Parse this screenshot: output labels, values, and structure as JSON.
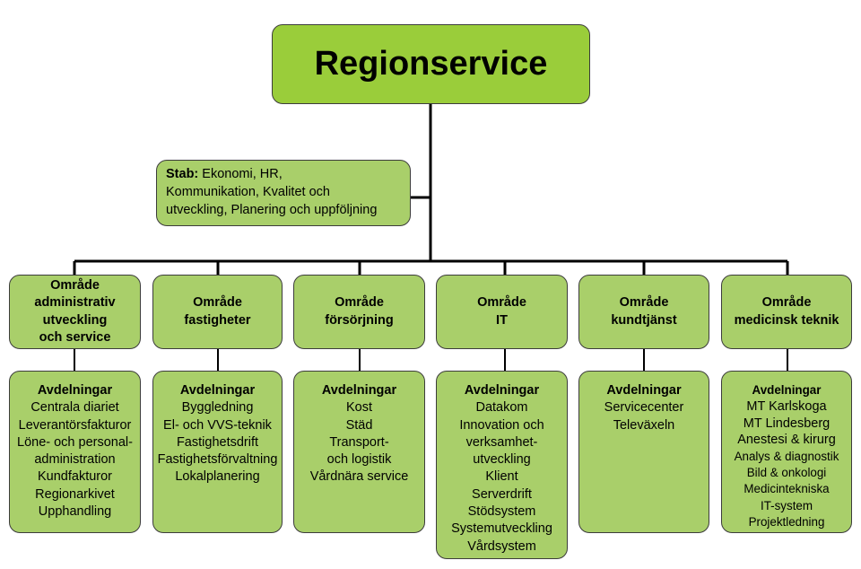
{
  "title": "Regionservice",
  "stab": {
    "label": "Stab:",
    "lines": [
      " Ekonomi, HR,",
      "Kommunikation,  Kvalitet och",
      "utveckling,  Planering och uppföljning"
    ]
  },
  "areas": [
    {
      "title": "Område\nadministrativ\nutveckling\n och service",
      "dept_heading": "Avdelningar",
      "departments": [
        "Centrala diariet",
        "Leverantörsfakturor",
        "Löne- och personal-",
        "administration",
        "Kundfakturor",
        "Regionarkivet",
        "Upphandling"
      ]
    },
    {
      "title": "Område\nfastigheter",
      "dept_heading": "Avdelningar",
      "departments": [
        "Byggledning",
        "El- och VVS-teknik",
        "Fastighetsdrift",
        "Fastighetsförvaltning",
        "Lokalplanering"
      ]
    },
    {
      "title": "Område\nförsörjning",
      "dept_heading": "Avdelningar",
      "departments": [
        "Kost",
        "Städ",
        "Transport-",
        "och logistik",
        "Vårdnära service"
      ]
    },
    {
      "title": "Område\nIT",
      "dept_heading": "Avdelningar",
      "departments": [
        "Datakom",
        "Innovation  och",
        "verksamhet-",
        "utveckling",
        "Klient",
        "Serverdrift",
        "Stödsystem",
        "Systemutveckling",
        "Vårdsystem"
      ]
    },
    {
      "title": "Område\nkundtjänst",
      "dept_heading": "Avdelningar",
      "departments": [
        "Servicecenter",
        "Televäxeln"
      ]
    },
    {
      "title": "Område\nmedicinsk teknik",
      "dept_heading": "Avdelningar",
      "departments": [
        "MT Karlskoga",
        "MT Lindesberg",
        "Anestesi & kirurg",
        "Analys & diagnostik",
        "Bild & onkologi",
        "Medicintekniska",
        "IT-system",
        "Projektledning"
      ]
    }
  ]
}
